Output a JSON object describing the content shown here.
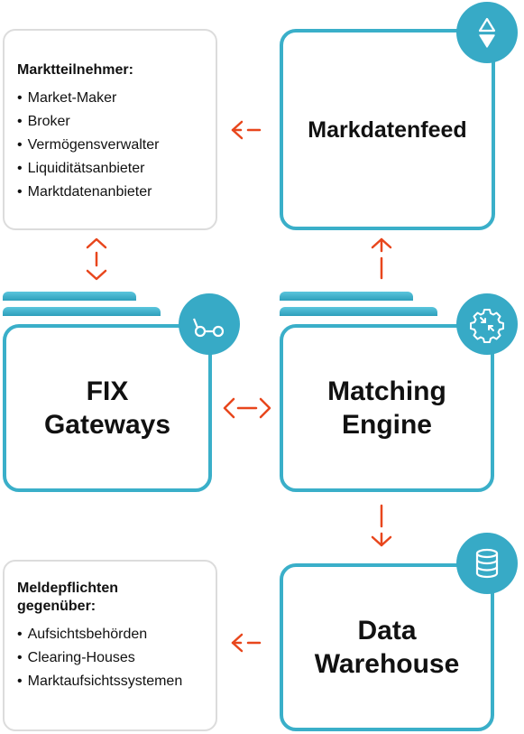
{
  "participants": {
    "title": "Marktteilnehmer:",
    "items": [
      "Market-Maker",
      "Broker",
      "Vermögensverwalter",
      "Liquiditätsanbieter",
      "Marktdatenanbieter"
    ]
  },
  "market_data_feed": {
    "label": "Markdatenfeed",
    "icon": "up-down-triangles-icon"
  },
  "fix_gateways": {
    "line1": "FIX",
    "line2": "Gateways",
    "icon": "connection-nodes-icon"
  },
  "matching_engine": {
    "line1": "Matching",
    "line2": "Engine",
    "icon": "gear-arrows-icon"
  },
  "data_warehouse": {
    "line1": "Data",
    "line2": "Warehouse",
    "icon": "database-icon"
  },
  "reporting": {
    "title_line1": "Meldepflichten",
    "title_line2": "gegenüber:",
    "items": [
      "Aufsichtsbehörden",
      "Clearing-Houses",
      "Marktaufsichtssystemen"
    ]
  },
  "colors": {
    "box_border": "#3aafc9",
    "icon_circle": "#37aac6",
    "arrow": "#e8461c",
    "info_border": "#dcdcdc"
  }
}
